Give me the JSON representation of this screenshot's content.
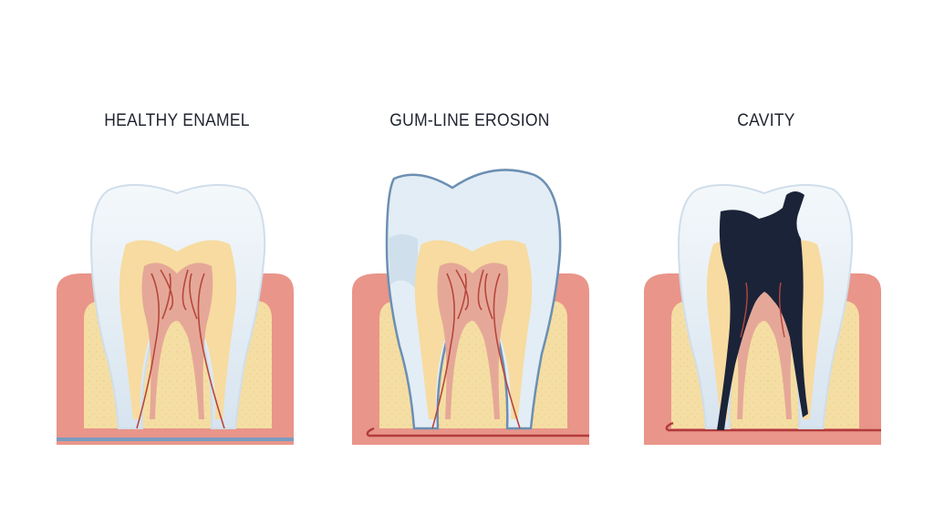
{
  "panels": [
    {
      "title": "HEALTHY ENAMEL"
    },
    {
      "title": "GUM-LINE EROSION"
    },
    {
      "title": "CAVITY"
    }
  ],
  "colors": {
    "gum": "#e48a7a",
    "gum_light": "#f2b3a6",
    "bone": "#f6e1a8",
    "enamel": "#e4eef6",
    "enamel_shadow": "#c9d9e8",
    "dentin": "#f7dca0",
    "pulp": "#e6aa97",
    "nerve": "#b8463c",
    "erosion_outline": "#6c8fb3",
    "cavity": "#1b2338",
    "baseline_blue": "#7a9cc0",
    "baseline_red": "#b23b3b"
  }
}
